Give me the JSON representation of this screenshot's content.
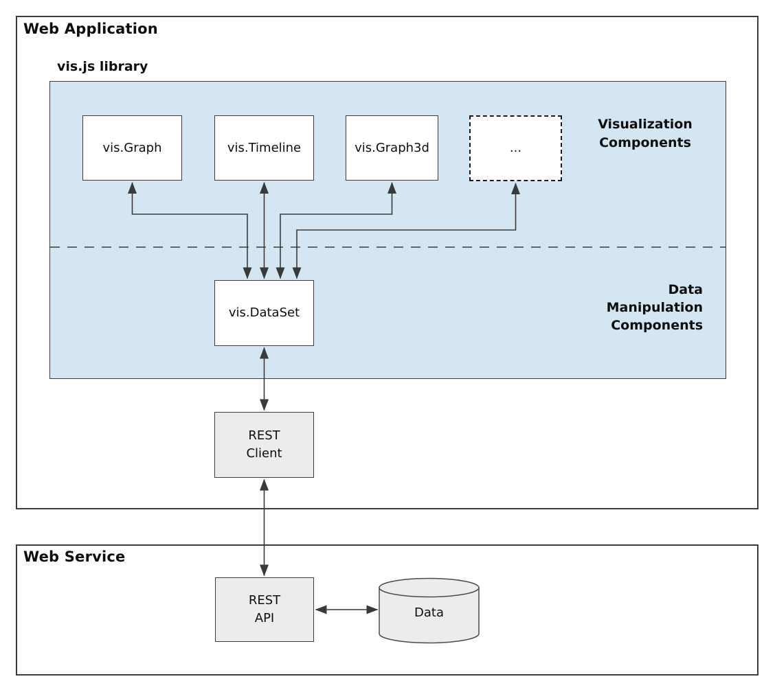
{
  "colors": {
    "library_fill": "#d5e6f3",
    "gray_fill": "#ececec",
    "white_fill": "#ffffff",
    "border_color": "#3c3c3c",
    "arrow_color": "#3a3a3a",
    "text_color": "#0d0d0d"
  },
  "web_application": {
    "title": "Web Application",
    "library": {
      "title": "vis.js library",
      "visualization_section": {
        "section_label": "Visualization\nComponents",
        "graph_label": "vis.Graph",
        "timeline_label": "vis.Timeline",
        "graph3d_label": "vis.Graph3d",
        "more_label": "..."
      },
      "data_section": {
        "section_label": "Data\nManipulation\nComponents",
        "dataset_label": "vis.DataSet"
      }
    },
    "rest_client_label": "REST\nClient"
  },
  "web_service": {
    "title": "Web Service",
    "rest_api_label": "REST\nAPI",
    "data_store_label": "Data"
  }
}
